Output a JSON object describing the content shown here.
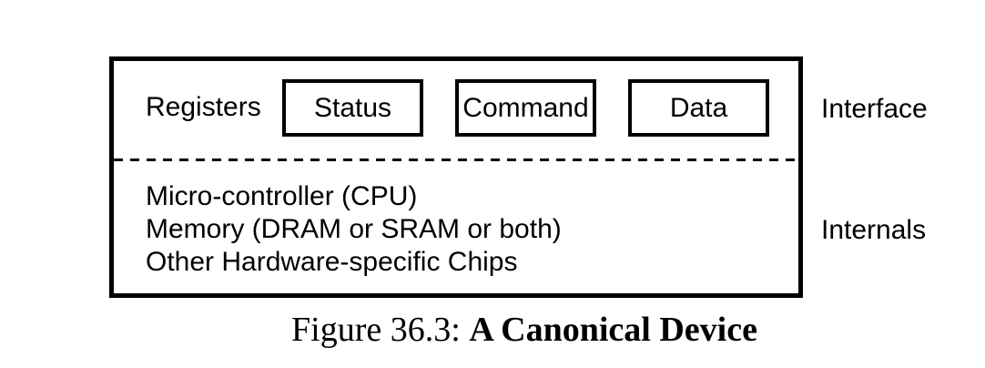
{
  "colors": {
    "foreground": "#000000",
    "background": "#ffffff"
  },
  "diagram": {
    "registers_label": "Registers",
    "register_boxes": [
      {
        "label": "Status"
      },
      {
        "label": "Command"
      },
      {
        "label": "Data"
      }
    ],
    "side_labels": {
      "interface": "Interface",
      "internals": "Internals"
    },
    "internals_items": [
      "Micro-controller (CPU)",
      "Memory (DRAM or SRAM or both)",
      "Other Hardware-specific Chips"
    ]
  },
  "caption": {
    "prefix": "Figure 36.3:",
    "title": "A Canonical Device"
  }
}
